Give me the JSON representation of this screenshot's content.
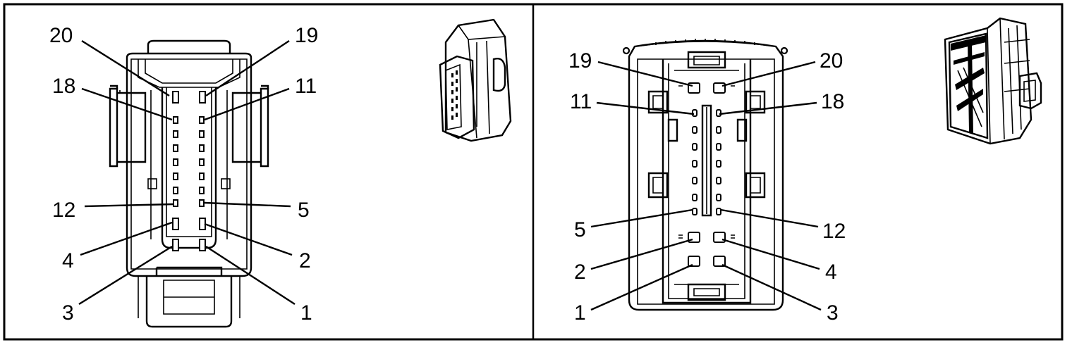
{
  "colors": {
    "ink": "#000000",
    "paper": "#ffffff"
  },
  "left_view": {
    "labels": {
      "p20": "20",
      "p19": "19",
      "p18": "18",
      "p11": "11",
      "p12": "12",
      "p5": "5",
      "p4": "4",
      "p2": "2",
      "p3": "3",
      "p1": "1"
    }
  },
  "right_view": {
    "labels": {
      "p19": "19",
      "p20": "20",
      "p11": "11",
      "p18": "18",
      "p5": "5",
      "p12": "12",
      "p2": "2",
      "p4": "4",
      "p1": "1",
      "p3": "3"
    }
  },
  "icons": {
    "left_thumbnail": "connector-3d-icon",
    "right_thumbnail": "connector-3d-icon"
  }
}
